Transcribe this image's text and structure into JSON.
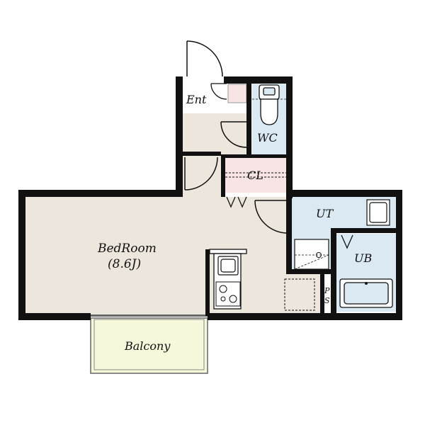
{
  "rooms": {
    "entrance": "Ent",
    "wc": "WC",
    "closet": "CL",
    "bedroom": "BedRoom",
    "bedroom_size": "(8.6J)",
    "utility": "UT",
    "bath": "UB",
    "balcony": "Balcony",
    "pipe_space_1": "P",
    "pipe_space_2": "S"
  },
  "colors": {
    "wall": "#111111",
    "floor": "#ede6dc",
    "wet_area": "#dbe9f3",
    "balcony": "#f7f7dc",
    "entry_step": "#f8e4e4"
  }
}
